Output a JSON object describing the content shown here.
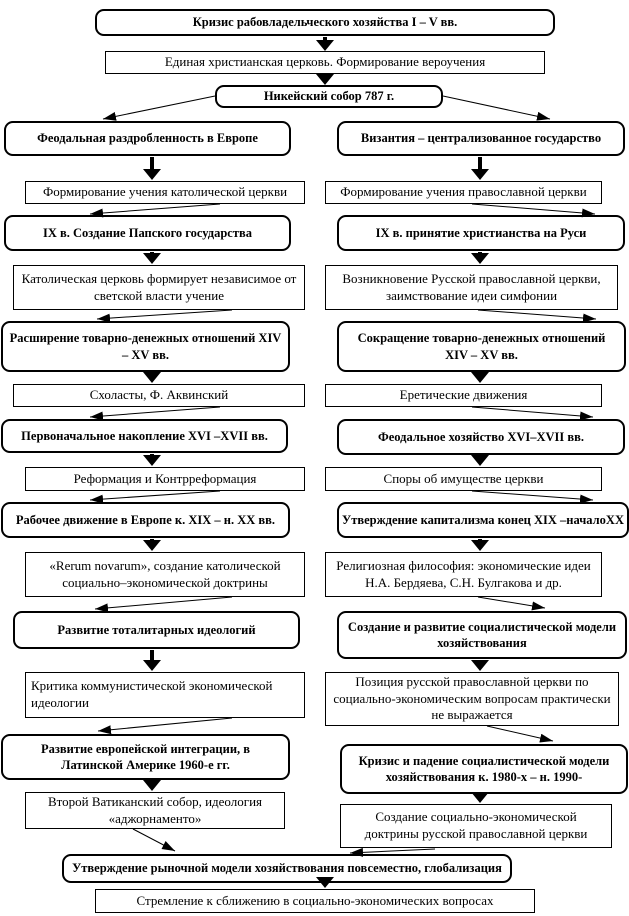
{
  "colors": {
    "line": "#000000",
    "box_background": "#ffffff",
    "text": "#000000"
  },
  "flow": {
    "top": [
      {
        "text": "Кризис рабовладельческого хозяйства I – V вв."
      },
      {
        "text": "Единая христианская церковь. Формирование вероучения"
      },
      {
        "text": "Никейский собор 787 г."
      }
    ],
    "left": [
      {
        "text": "Феодальная раздробленность в Европе"
      },
      {
        "text": "Формирование учения католической церкви"
      },
      {
        "text": "IX в. Создание Папского государства"
      },
      {
        "text": "Католическая церковь формирует независимое от светской власти учение"
      },
      {
        "text": "Расширение товарно-денежных отношений XIV – XV вв."
      },
      {
        "text": "Схоласты, Ф. Аквинский"
      },
      {
        "text": "Первоначальное накопление XVI –XVII вв."
      },
      {
        "text": "Реформация и Контрреформация"
      },
      {
        "text": "Рабочее движение в Европе к. XIX – н. XX вв."
      },
      {
        "text": "«Rerum novarum», создание католической социально–экономической доктрины"
      },
      {
        "text": "Развитие тоталитарных идеологий"
      },
      {
        "text": "Критика коммунистической экономической идеологии"
      },
      {
        "text": "Развитие европейской интеграции, в Латинской Америке 1960-е гг."
      },
      {
        "text": "Второй Ватиканский собор, идеология «аджорнаменто»"
      }
    ],
    "right": [
      {
        "text": "Византия – централизованное государство"
      },
      {
        "text": "Формирование учения православной церкви"
      },
      {
        "text": "IX в. принятие христианства на Руси"
      },
      {
        "text": "Возникновение Русской православной церкви, заимствование идеи симфонии"
      },
      {
        "text": "Сокращение товарно-денежных отношений XIV – XV вв."
      },
      {
        "text": "Еретические движения"
      },
      {
        "text": "Феодальное хозяйство XVI–XVII вв."
      },
      {
        "text": "Споры об имуществе церкви"
      },
      {
        "text": "Утверждение капитализма конец XIX –началоХХ"
      },
      {
        "text": "Религиозная философия: экономические идеи Н.А. Бердяева, С.Н. Булгакова и др."
      },
      {
        "text": "Создание и развитие социалистической модели хозяйствования"
      },
      {
        "text": "Позиция русской православной церкви по социально-экономическим вопросам практически не выражается"
      },
      {
        "text": "Кризис и падение социалистической модели хозяйствования к. 1980-х – н. 1990-"
      },
      {
        "text": "Создание социально-экономической доктрины русской православной церкви"
      }
    ],
    "bottom": [
      {
        "text": "Утверждение рыночной модели хозяйствования повсеместно, глобализация"
      },
      {
        "text": "Стремление к сближению в социально-экономических вопросах"
      }
    ]
  }
}
